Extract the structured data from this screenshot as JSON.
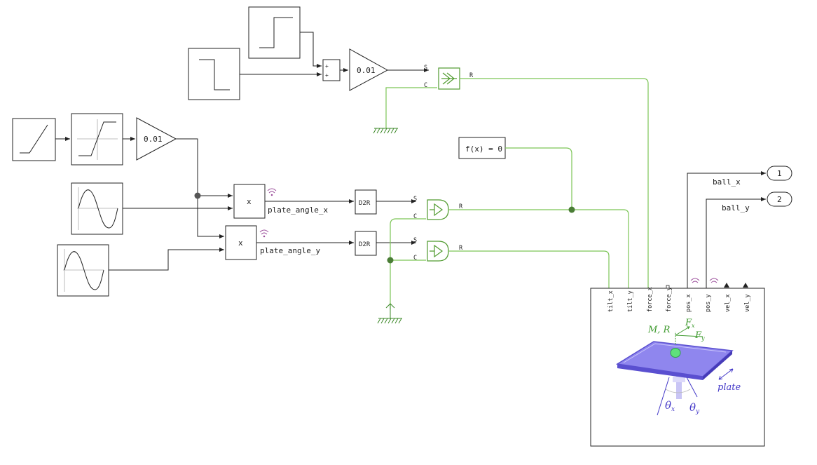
{
  "gains": {
    "top": "0.01",
    "left": "0.01"
  },
  "sum_signs": [
    "+",
    "+"
  ],
  "products": [
    "x",
    "x"
  ],
  "converters": [
    "D2R",
    "D2R"
  ],
  "signal_labels": [
    "plate_angle_x",
    "plate_angle_y",
    "ball_x",
    "ball_y"
  ],
  "constraint": "f(x) = 0",
  "port_letters": {
    "s": "S",
    "c": "C",
    "r": "R"
  },
  "outports": [
    "1",
    "2"
  ],
  "plant_ports": [
    "tilt_x",
    "tilt_y",
    "force_x",
    "force_y",
    "pos_x",
    "pos_y",
    "vel_x",
    "vel_y"
  ],
  "icon_text": {
    "mass_radius": "M, R",
    "fx": "F",
    "fx_sub": "x",
    "fy": "F",
    "fy_sub": "y",
    "plate": "plate",
    "theta_x": "θ",
    "theta_x_sub": "x",
    "theta_y": "θ",
    "theta_y_sub": "y"
  },
  "colors": {
    "wire": "#222222",
    "physical_wire": "#7cc556",
    "plate_top": "#8f86ee",
    "plate_edge": "#5a4fd0",
    "ball": "#5fe07a",
    "icon_green": "#3e9a2e",
    "icon_blue": "#4338c8",
    "wireless_icon": "#9b4f9b"
  }
}
